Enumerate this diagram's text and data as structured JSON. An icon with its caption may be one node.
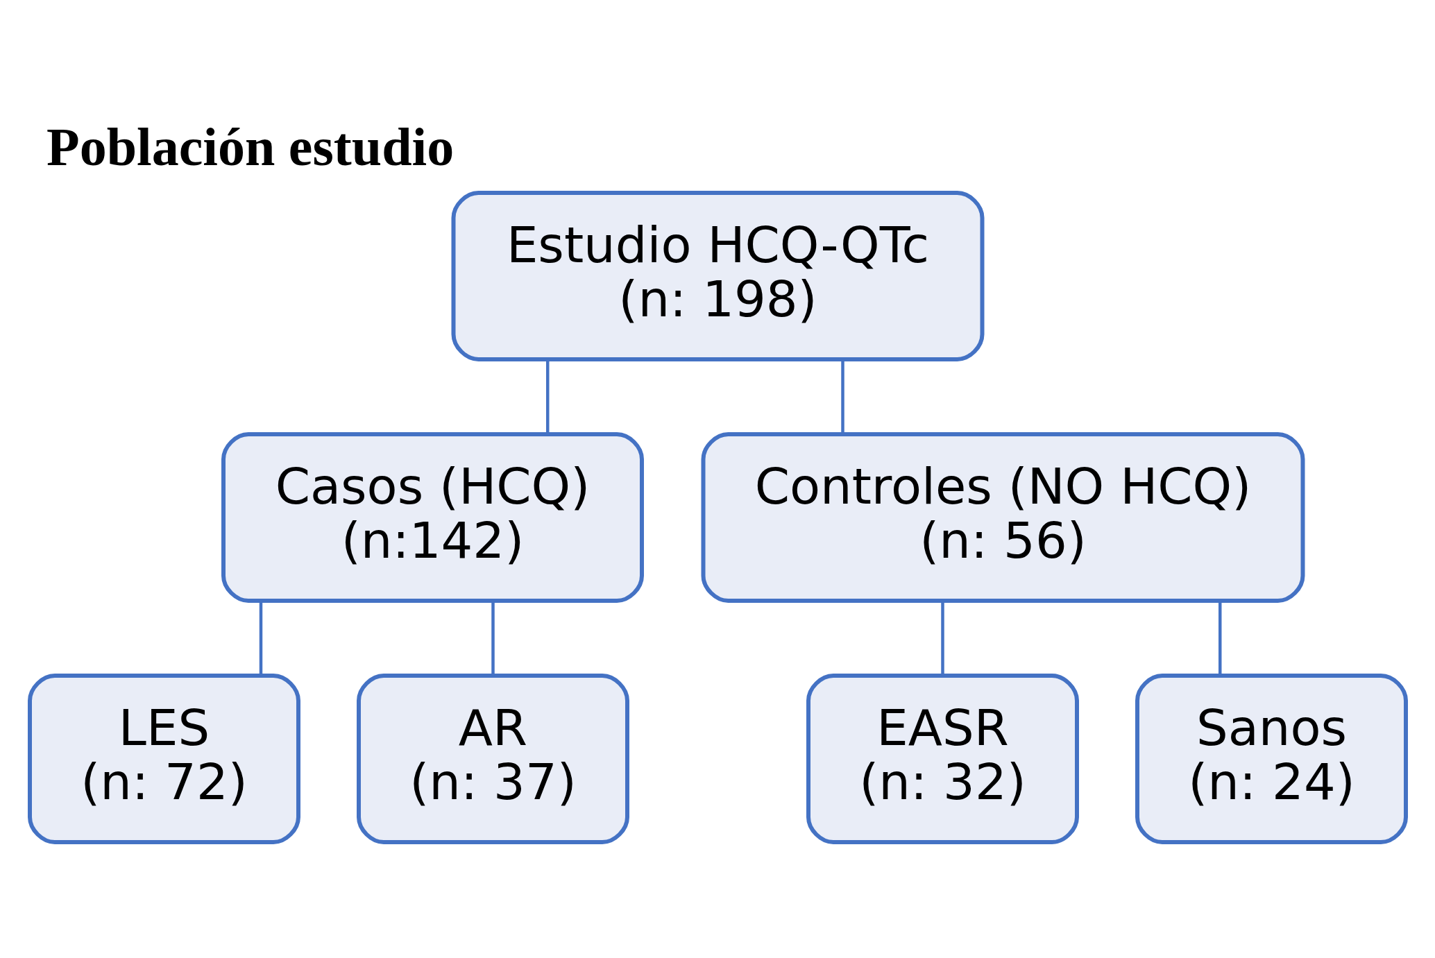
{
  "diagram": {
    "title": "Población estudio",
    "nodes": [
      {
        "text": [
          "Estudio HCQ-QTc",
          "(n: 198)"
        ]
      },
      {
        "text": [
          "Casos (HCQ)",
          "(n:142)"
        ]
      },
      {
        "text": [
          "Controles (NO HCQ)",
          "(n: 56)"
        ]
      },
      {
        "text": [
          "LES",
          "(n: 72)"
        ]
      },
      {
        "text": [
          "AR",
          "(n: 37)"
        ]
      },
      {
        "text": [
          "EASR",
          "(n: 32)"
        ]
      },
      {
        "text": [
          "Sanos",
          "(n: 24)"
        ]
      }
    ],
    "edges": [
      {
        "from": 0,
        "to": 1,
        "arrow": "none"
      },
      {
        "from": 0,
        "to": 2,
        "arrow": "none"
      },
      {
        "from": 1,
        "to": 3,
        "arrow": "none"
      },
      {
        "from": 1,
        "to": 4,
        "arrow": "none"
      },
      {
        "from": 2,
        "to": 5,
        "arrow": "none"
      },
      {
        "from": 2,
        "to": 6,
        "arrow": "none"
      }
    ]
  }
}
